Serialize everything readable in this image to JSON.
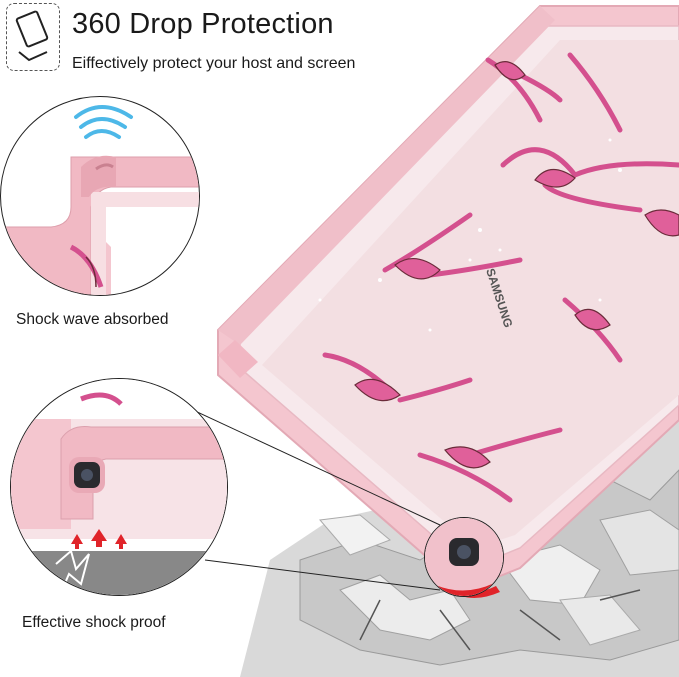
{
  "header": {
    "title": "360 Drop Protection",
    "subtitle": "Eiffectively protect your host and screen",
    "icon": "tablet-drop-icon"
  },
  "captions": {
    "shock_wave": "Shock wave absorbed",
    "shock_proof": "Effective shock proof"
  },
  "product": {
    "brand_text": "SAMSUNG",
    "case_color": "#f4c6cf",
    "bow_color": "#e0609a",
    "bow_outline": "#6b2b3a"
  },
  "colors": {
    "shock_wave": "#4db8e8",
    "arrow_red": "#e0242a",
    "ground": "#888888"
  }
}
